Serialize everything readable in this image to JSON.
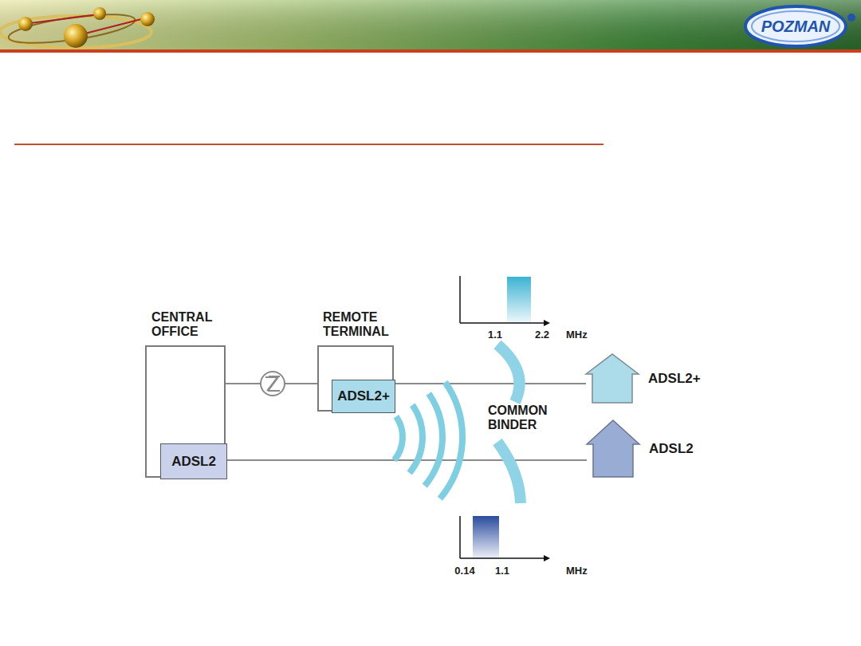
{
  "diagram": {
    "nodes": [
      {
        "text": [
          "CENTRAL OFFICE"
        ]
      },
      {
        "text": [
          "ADSL2"
        ],
        "in": 0
      },
      {
        "text": [
          "REMOTE TERMINAL"
        ]
      },
      {
        "text": [
          "ADSL2+"
        ],
        "in": 2
      },
      {
        "text": [
          "ADSL2+"
        ]
      },
      {
        "text": [
          "ADSL2"
        ]
      }
    ],
    "edges": [
      {
        "from": 0,
        "to": 2,
        "arrow": "none"
      },
      {
        "from": 3,
        "to": 4,
        "arrow": "none"
      },
      {
        "from": 1,
        "to": 5,
        "arrow": "none"
      }
    ],
    "labels": [
      "POZMAN",
      "1.1",
      "2.2",
      "MHz",
      "COMMON BINDER",
      "0.14",
      "1.1",
      "MHz"
    ]
  }
}
